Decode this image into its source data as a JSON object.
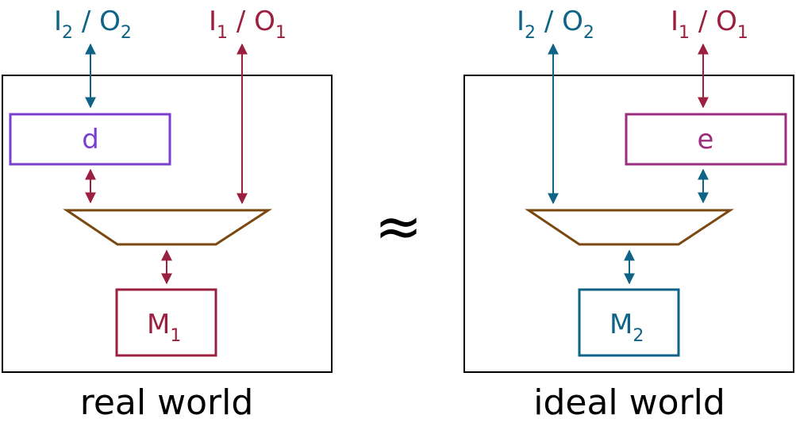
{
  "colors": {
    "blue": "#0e6386",
    "red": "#9b2040",
    "purple": "#7a3fd0",
    "magenta": "#9b2c7e",
    "brown": "#7a4810",
    "black": "#000000"
  },
  "real_world": {
    "io2": {
      "main": "I",
      "sub1": "2",
      "sep": " / O",
      "sub2": "2"
    },
    "io1": {
      "main": "I",
      "sub1": "1",
      "sep": " / O",
      "sub2": "1"
    },
    "component_box": "d",
    "memory": {
      "main": "M",
      "sub": "1"
    },
    "caption": "real world"
  },
  "approx_symbol": "≈",
  "ideal_world": {
    "io2": {
      "main": "I",
      "sub1": "2",
      "sep": " / O",
      "sub2": "2"
    },
    "io1": {
      "main": "I",
      "sub1": "1",
      "sep": " / O",
      "sub2": "1"
    },
    "component_box": "e",
    "memory": {
      "main": "M",
      "sub": "2"
    },
    "caption": "ideal world"
  }
}
